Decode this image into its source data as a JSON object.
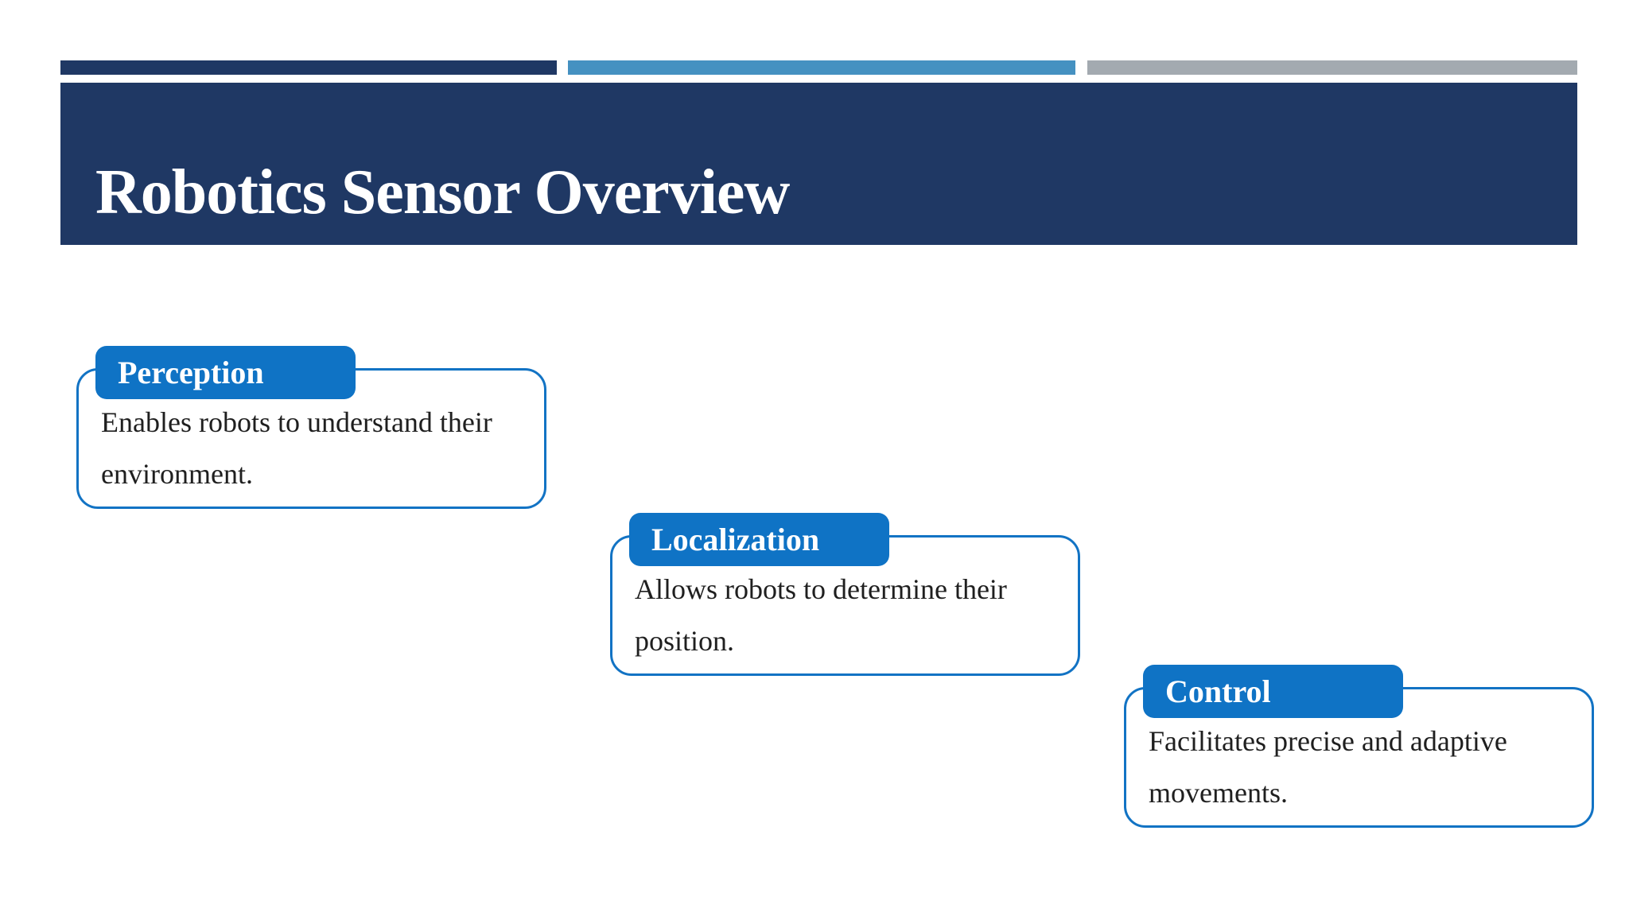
{
  "slide": {
    "title": "Robotics Sensor Overview"
  },
  "theme": {
    "navy": "#1F3864",
    "steel_blue": "#4591C1",
    "gray": "#A3AAB0",
    "tab_blue": "#0F73C5",
    "border_blue": "#1273C4",
    "title_color": "#FFFFFF",
    "tab_label_color": "#FFFFFF",
    "body_text_color": "#1F1F1F",
    "background": "#FFFFFF"
  },
  "cards": [
    {
      "label": "Perception",
      "description": "Enables robots to understand their environment.",
      "lines": [
        "Enables robots to understand their",
        "environment."
      ]
    },
    {
      "label": "Localization",
      "description": "Allows robots to determine their position.",
      "lines": [
        "Allows robots to determine their",
        "position."
      ]
    },
    {
      "label": "Control",
      "description": "Facilitates precise and adaptive movements.",
      "lines": [
        "Facilitates precise and adaptive",
        "movements."
      ]
    }
  ]
}
